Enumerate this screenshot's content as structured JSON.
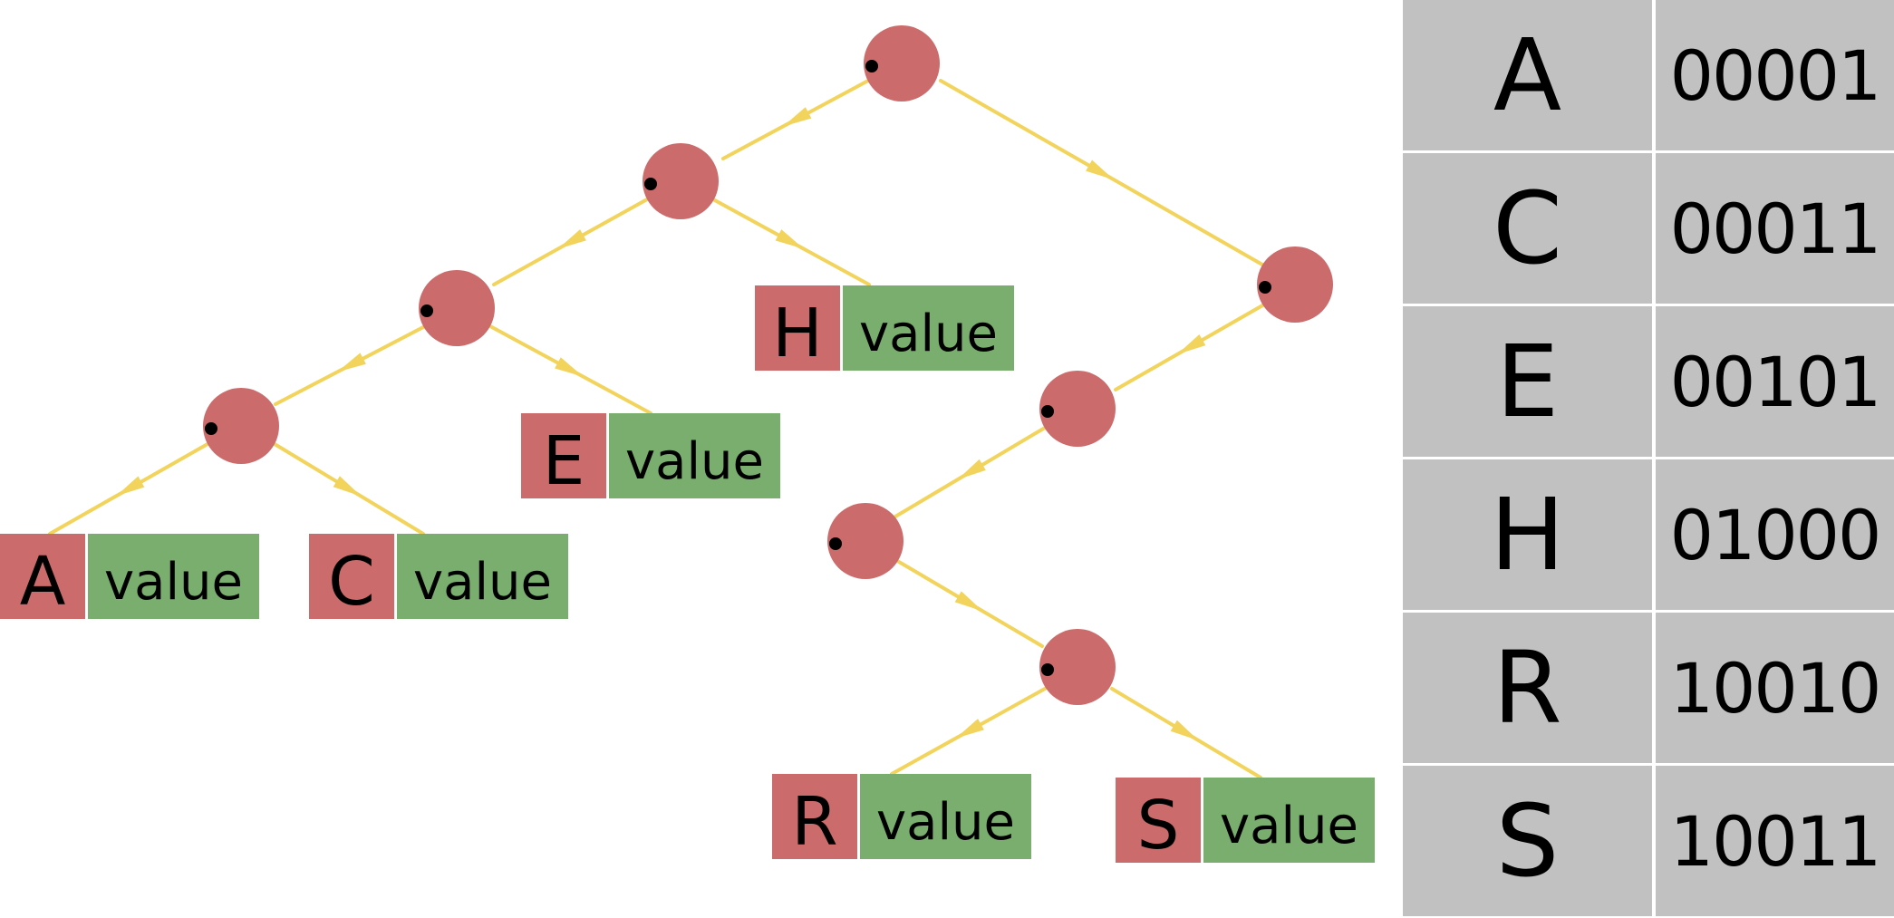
{
  "colors": {
    "node_fill": "#cc6b6b",
    "node_dot": "#000000",
    "edge": "#f2d45c",
    "key_fill": "#cc6b6b",
    "value_fill": "#7aae6e",
    "table_cell": "#c1c1c1",
    "table_grid": "#ffffff"
  },
  "leaves": [
    {
      "key": "A",
      "value": "value"
    },
    {
      "key": "C",
      "value": "value"
    },
    {
      "key": "E",
      "value": "value"
    },
    {
      "key": "H",
      "value": "value"
    },
    {
      "key": "R",
      "value": "value"
    },
    {
      "key": "S",
      "value": "value"
    }
  ],
  "code_table": [
    {
      "letter": "A",
      "bits": "00001"
    },
    {
      "letter": "C",
      "bits": "00011"
    },
    {
      "letter": "E",
      "bits": "00101"
    },
    {
      "letter": "H",
      "bits": "01000"
    },
    {
      "letter": "R",
      "bits": "10010"
    },
    {
      "letter": "S",
      "bits": "10011"
    }
  ]
}
